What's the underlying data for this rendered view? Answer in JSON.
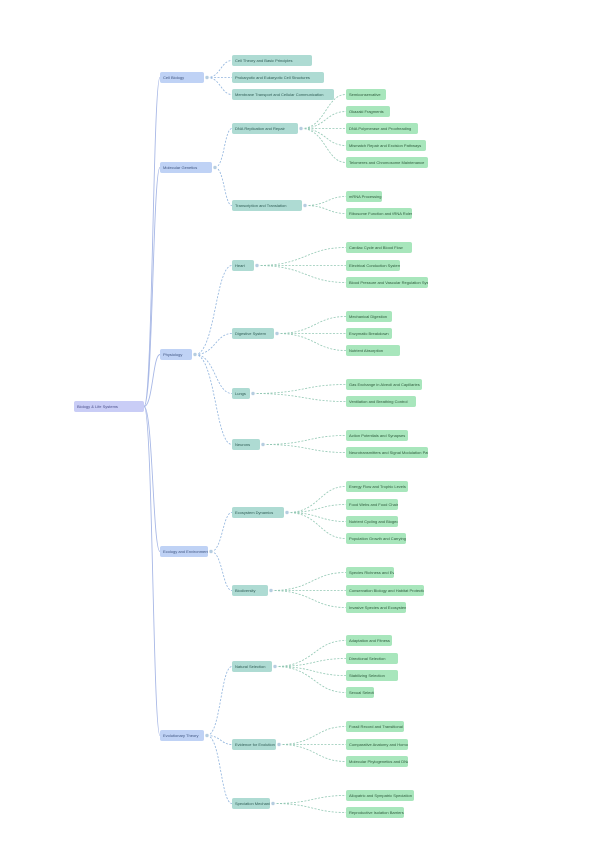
{
  "root": {
    "label": "Biology & Life Systems",
    "children": [
      {
        "label": "Cell Biology",
        "children": [
          {
            "label": "Cell Theory and Basic Principles"
          },
          {
            "label": "Prokaryotic and Eukaryotic Cell Structures"
          },
          {
            "label": "Membrane Transport and Cellular Communication"
          }
        ]
      },
      {
        "label": "Molecular Genetics",
        "children": [
          {
            "label": "DNA Replication and Repair",
            "children": [
              {
                "label": "Semiconservative"
              },
              {
                "label": "Okazaki Fragments"
              },
              {
                "label": "DNA Polymerase and Proofreading"
              },
              {
                "label": "Mismatch Repair and Excision Pathways"
              },
              {
                "label": "Telomeres and Chromosome Maintenance"
              }
            ]
          },
          {
            "label": "Transcription and Translation",
            "children": [
              {
                "label": "mRNA Processing"
              },
              {
                "label": "Ribosome Function and tRNA Roles"
              }
            ]
          }
        ]
      },
      {
        "label": "Physiology",
        "children": [
          {
            "label": "Heart",
            "children": [
              {
                "label": "Cardiac Cycle and Blood Flow"
              },
              {
                "label": "Electrical Conduction System"
              },
              {
                "label": "Blood Pressure and Vascular Regulation Systems"
              }
            ]
          },
          {
            "label": "Digestive System",
            "children": [
              {
                "label": "Mechanical Digestion"
              },
              {
                "label": "Enzymatic Breakdown"
              },
              {
                "label": "Nutrient Absorption"
              }
            ]
          },
          {
            "label": "Lungs",
            "children": [
              {
                "label": "Gas Exchange in Alveoli and Capillaries"
              },
              {
                "label": "Ventilation and Breathing Control"
              }
            ]
          },
          {
            "label": "Neurons",
            "children": [
              {
                "label": "Action Potentials and Synapses"
              },
              {
                "label": "Neurotransmitters and Signal Modulation Pathways"
              }
            ]
          }
        ]
      },
      {
        "label": "Ecology and Environment",
        "children": [
          {
            "label": "Ecosystem Dynamics",
            "children": [
              {
                "label": "Energy Flow and Trophic Levels"
              },
              {
                "label": "Food Webs and Food Chains"
              },
              {
                "label": "Nutrient Cycling and Biogeochemistry"
              },
              {
                "label": "Population Growth and Carrying Capacity"
              }
            ]
          },
          {
            "label": "Biodiversity",
            "children": [
              {
                "label": "Species Richness and Evenness"
              },
              {
                "label": "Conservation Biology and Habitat Protection"
              },
              {
                "label": "Invasive Species and Ecosystem Impact"
              }
            ]
          }
        ]
      },
      {
        "label": "Evolutionary Theory",
        "children": [
          {
            "label": "Natural Selection",
            "children": [
              {
                "label": "Adaptation and Fitness"
              },
              {
                "label": "Directional Selection"
              },
              {
                "label": "Stabilizing Selection"
              },
              {
                "label": "Sexual Selection"
              }
            ]
          },
          {
            "label": "Evidence for Evolution",
            "children": [
              {
                "label": "Fossil Record and Transitional Forms"
              },
              {
                "label": "Comparative Anatomy and Homologous Structures"
              },
              {
                "label": "Molecular Phylogenetics and DNA Similarity"
              }
            ]
          },
          {
            "label": "Speciation Mechanisms",
            "children": [
              {
                "label": "Allopatric and Sympatric Speciation"
              },
              {
                "label": "Reproductive Isolation Barriers"
              }
            ]
          }
        ]
      }
    ]
  }
}
